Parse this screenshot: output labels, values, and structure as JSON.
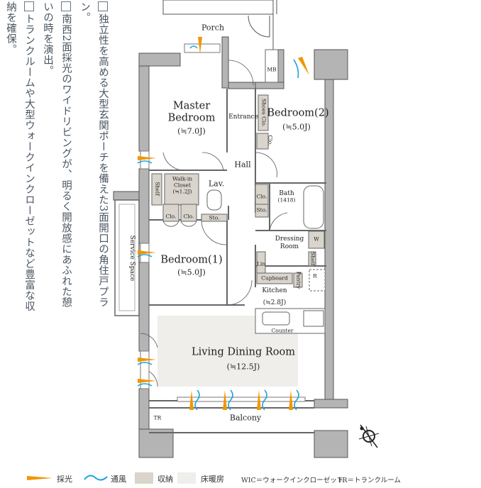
{
  "features": [
    "独立性を高める大型玄関ポーチを備えた3面開口の角住戸プラン。",
    "南西2面採光のワイドリビングが、明るく開放感にあふれた憩いの時を演出。",
    "トランクルームや大型ウォークインクローゼットなど豊富な収納を確保。"
  ],
  "rooms": {
    "porch": "Porch",
    "master_bedroom": {
      "name_line1": "Master",
      "name_line2": "Bedroom",
      "size": "(≒7.0J)"
    },
    "entrance": "Entrance",
    "bedroom2": {
      "name": "Bedroom(2)",
      "size": "(≒5.0J)"
    },
    "hall": "Hall",
    "walkin_closet": {
      "line1": "Walk-in",
      "line2": "Closet",
      "size": "(≒1.2J)"
    },
    "lav": "Lav.",
    "bath": {
      "name": "Bath",
      "size": "(1418)"
    },
    "dressing_room": {
      "line1": "Dressing",
      "line2": "Room"
    },
    "bedroom1": {
      "name": "Bedroom(1)",
      "size": "(≒5.0J)"
    },
    "kitchen": {
      "name": "Kitchen",
      "size": "(≒2.8J)"
    },
    "living": {
      "name": "Living Dining Room",
      "size": "(≒12.5J)"
    },
    "balcony": "Balcony",
    "service_space": "Service Space"
  },
  "storage_labels": {
    "mb": "MB",
    "shoes_clo": "Shoes Clo.",
    "clo_bed2": "Clo.",
    "shelf_wic": "Shelf",
    "clo_a": "Clo.",
    "clo_b": "Clo.",
    "sto_lav": "Sto.",
    "clo_hall": "Clo.",
    "sto_hall": "Sto.",
    "w": "W",
    "lin": "Lin",
    "shelf_dr": "Shelf",
    "cupboard": "Cupboard",
    "pantry": "Pantry",
    "r": "R",
    "counter": "Counter",
    "tr": "TR"
  },
  "legend": {
    "light": "採光",
    "wind": "通風",
    "storage": "収納",
    "floor_heating": "床暖房",
    "wic_note": "WIC＝ウォークインクローゼット",
    "tr_note": "TR＝トランクルーム"
  },
  "colors": {
    "wall": "#b4b4b4",
    "storage": "#d9d4cc",
    "floor_heating": "#efeeea",
    "light_arrow": "#f29600",
    "wind": "#1aa3e0"
  }
}
